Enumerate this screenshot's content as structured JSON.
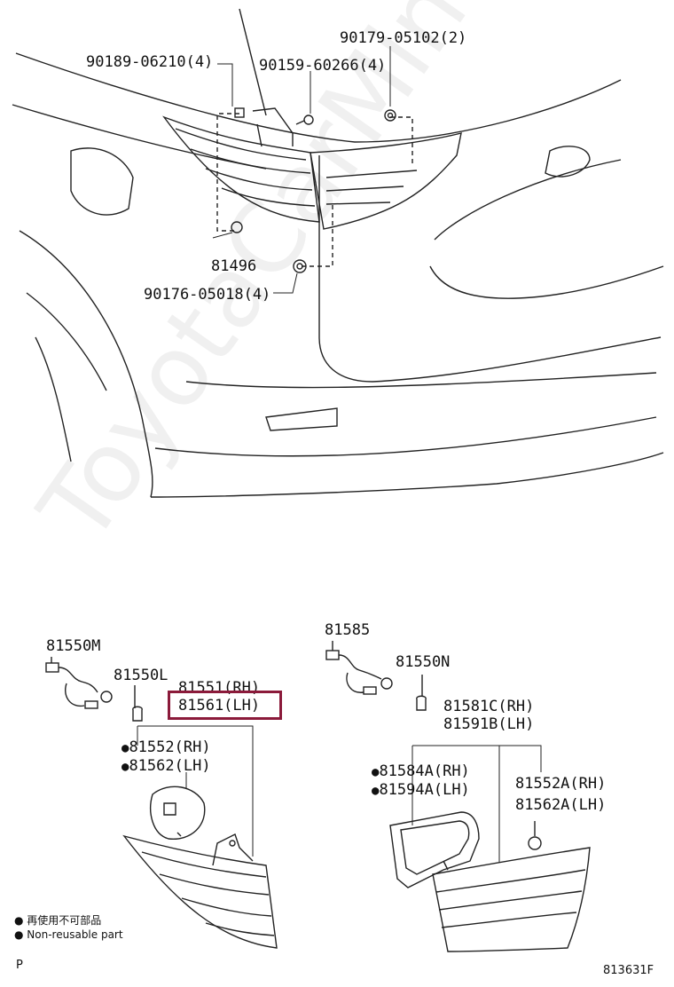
{
  "labels": {
    "p_90189": "90189-06210(4)",
    "p_90159": "90159-60266(4)",
    "p_90179": "90179-05102(2)",
    "p_81496": "81496",
    "p_90176": "90176-05018(4)",
    "p_81550M": "81550M",
    "p_81550L": "81550L",
    "p_81551": "81551(RH)",
    "p_81561": "81561(LH)",
    "p_81552": "81552(RH)",
    "p_81562": "81562(LH)",
    "p_81585": "81585",
    "p_81550N": "81550N",
    "p_81581C": "81581C(RH)",
    "p_81591B": "81591B(LH)",
    "p_81584A": "81584A(RH)",
    "p_81594A": "81594A(LH)",
    "p_81552A": "81552A(RH)",
    "p_81562A": "81562A(LH)"
  },
  "legend": {
    "jp": "再使用不可部品",
    "en": "Non-reusable part"
  },
  "footer": {
    "left": "P",
    "code": "813631F"
  },
  "watermark": "ToyotaCarMine.ru",
  "highlight_color": "#8b1a3a"
}
